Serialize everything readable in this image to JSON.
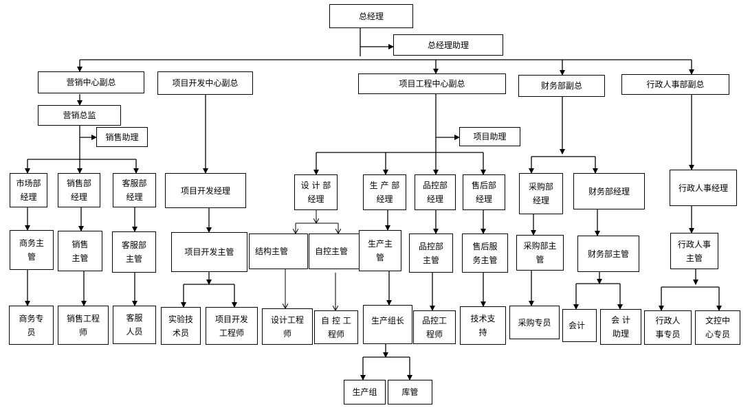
{
  "org": {
    "gm": "总经理",
    "gm_assistant": "总经理助理",
    "vp_marketing": "营销中心副总",
    "vp_dev": "项目开发中心副总",
    "vp_eng": "项目工程中心副总",
    "vp_finance": "财务部副总",
    "vp_admin": "行政人事部副总",
    "marketing_director": "营销总监",
    "sales_assistant": "销售助理",
    "market_mgr": "市场部\n经理",
    "sales_mgr": "销售部\n经理",
    "cs_mgr": "客服部\n经理",
    "biz_supervisor": "商务主\n管",
    "sales_supervisor": "销售\n主管",
    "cs_supervisor": "客服部\n主管",
    "biz_specialist": "商务专\n员",
    "sales_engineer": "销售工程\n师",
    "cs_staff": "客服\n人员",
    "dev_mgr": "项目开发经理",
    "dev_supervisor": "项目开发主管",
    "lab_tech": "实验技\n术员",
    "dev_engineer": "项目开发\n工程师",
    "project_assistant": "项目助理",
    "design_mgr": "设 计 部\n经理",
    "prod_mgr": "生 产 部\n经理",
    "qc_mgr": "品控部\n经理",
    "aftersales_mgr": "售后部\n经理",
    "struct_supervisor": "结构主管",
    "control_supervisor": "自控主管",
    "prod_supervisor": "生产主\n管",
    "qc_supervisor": "品控部\n主管",
    "aftersales_supervisor": "售后服\n务主管",
    "design_engineer": "设计工程\n师",
    "control_engineer": "自 控 工\n程师",
    "prod_leader": "生产组长",
    "qc_engineer": "品控工\n程师",
    "tech_support": "技术支\n持",
    "prod_team": "生产组",
    "warehouse": "库管",
    "purchase_mgr": "采购部\n经理",
    "finance_mgr": "财务部经理",
    "purchase_supervisor": "采购部主\n管",
    "finance_supervisor": "财务部主管",
    "purchase_specialist": "采购专员",
    "accountant": "会计",
    "accountant_assistant": "会 计\n助理",
    "admin_mgr": "行政人事经理",
    "admin_supervisor": "行政人事\n主管",
    "admin_specialist": "行政人\n事专员",
    "doc_specialist": "文控中\n心专员"
  }
}
